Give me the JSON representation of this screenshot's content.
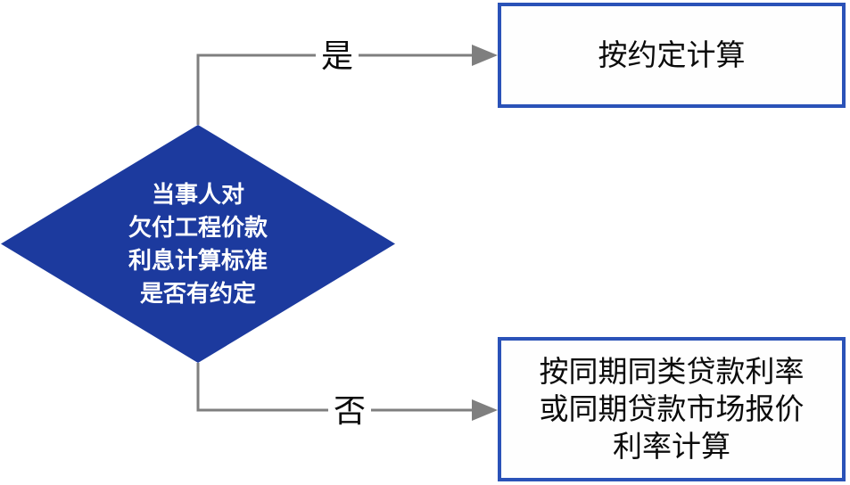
{
  "diagram": {
    "decision": {
      "lines": [
        "当事人对",
        "欠付工程价款",
        "利息计算标准",
        "是否有约定"
      ],
      "fill_color": "#1C3A9E",
      "text_color": "#FFFFFF"
    },
    "branches": {
      "yes": {
        "label": "是",
        "result": "按约定计算"
      },
      "no": {
        "label": "否",
        "result_lines": [
          "按同期同类贷款利率",
          "或同期贷款市场报价",
          "利率计算"
        ]
      }
    },
    "colors": {
      "connector": "#7F7F7F",
      "box_border": "#2A52B8",
      "box_background": "#FEFEFE",
      "background": "#FFFFFF"
    }
  }
}
